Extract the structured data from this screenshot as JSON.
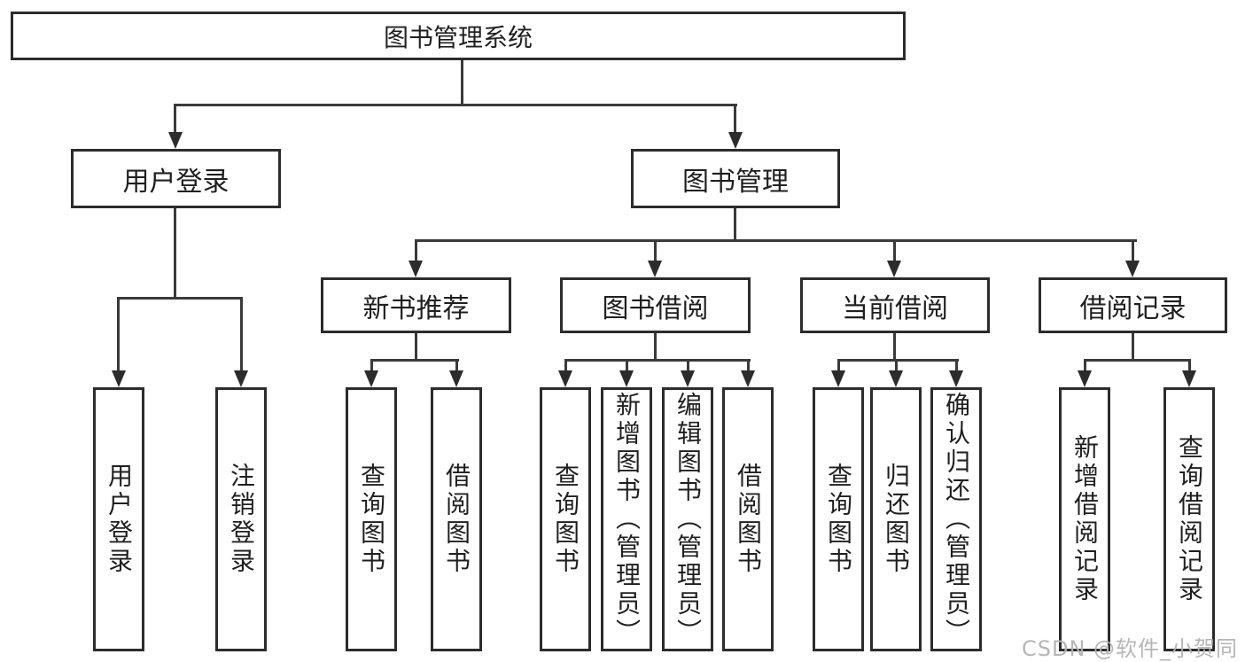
{
  "tree": {
    "root": {
      "label": "图书管理系统"
    },
    "branches": [
      {
        "label": "用户登录",
        "leaves": [
          "用户登录",
          "注销登录"
        ]
      },
      {
        "label": "图书管理",
        "children": [
          {
            "label": "新书推荐",
            "leaves": [
              "查询图书",
              "借阅图书"
            ]
          },
          {
            "label": "图书借阅",
            "leaves": [
              "查询图书",
              "新增图书（管理员）",
              "编辑图书（管理员）",
              "借阅图书"
            ]
          },
          {
            "label": "当前借阅",
            "leaves": [
              "查询图书",
              "归还图书",
              "确认归还（管理员）"
            ]
          },
          {
            "label": "借阅记录",
            "leaves": [
              "新增借阅记录",
              "查询借阅记录"
            ]
          }
        ]
      }
    ]
  },
  "watermark": {
    "text": "CSDN @软件_小贺同学"
  },
  "colors": {
    "line": "#3a3a3a",
    "box_border": "#2c2c2c",
    "box_background": "#ffffff",
    "text": "#1f1f1f",
    "watermark": "#b3b3b3",
    "page_background": "#ffffff"
  }
}
